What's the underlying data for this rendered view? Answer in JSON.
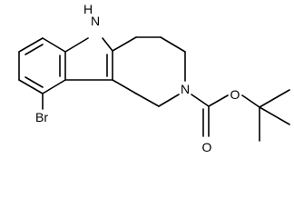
{
  "structure": {
    "labels": {
      "nh": "H",
      "n_indole": "N",
      "n_ring": "N",
      "o_ester": "O",
      "o_carbonyl": "O",
      "br": "Br"
    }
  }
}
